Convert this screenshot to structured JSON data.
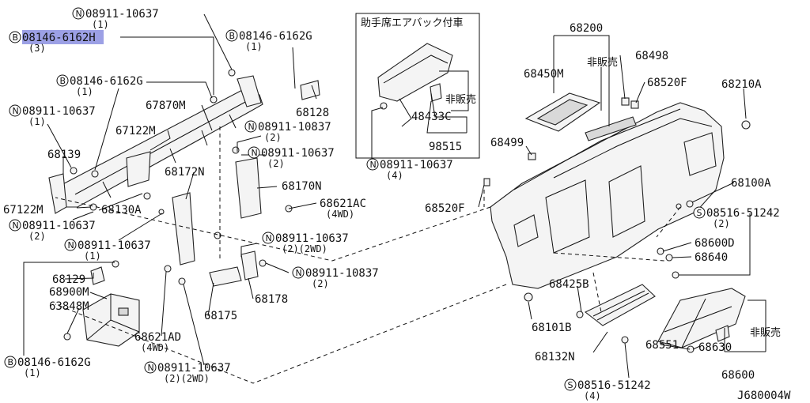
{
  "diagram": {
    "code": "J680004W",
    "inset_title": "助手席エアバック付車",
    "highlight_index": 1,
    "callouts": [
      {
        "prefix": "N",
        "part": "08911-10637",
        "qty": "(1)"
      },
      {
        "prefix": "B",
        "part": "08146-6162H",
        "qty": "(3)"
      },
      {
        "prefix": "B",
        "part": "08146-6162G",
        "qty": "(1)"
      },
      {
        "prefix": "B",
        "part": "08146-6162G",
        "qty": "(1)"
      },
      {
        "prefix": "N",
        "part": "08911-10637",
        "qty": "(1)"
      },
      {
        "prefix": "",
        "part": "67870M",
        "qty": ""
      },
      {
        "prefix": "",
        "part": "67122M",
        "qty": ""
      },
      {
        "prefix": "",
        "part": "68139",
        "qty": ""
      },
      {
        "prefix": "",
        "part": "67122M",
        "qty": ""
      },
      {
        "prefix": "",
        "part": "68130A",
        "qty": ""
      },
      {
        "prefix": "N",
        "part": "08911-10637",
        "qty": "(2)"
      },
      {
        "prefix": "N",
        "part": "08911-10637",
        "qty": "(1)"
      },
      {
        "prefix": "",
        "part": "68128",
        "qty": ""
      },
      {
        "prefix": "N",
        "part": "08911-10837",
        "qty": "(2)"
      },
      {
        "prefix": "N",
        "part": "08911-10637",
        "qty": "(2)"
      },
      {
        "prefix": "",
        "part": "68172N",
        "qty": ""
      },
      {
        "prefix": "",
        "part": "68170N",
        "qty": ""
      },
      {
        "prefix": "",
        "part": "68621AC",
        "qty": "(4WD)"
      },
      {
        "prefix": "N",
        "part": "08911-10637",
        "qty": "(2)(2WD)"
      },
      {
        "prefix": "N",
        "part": "08911-10837",
        "qty": "(2)"
      },
      {
        "prefix": "",
        "part": "68129",
        "qty": ""
      },
      {
        "prefix": "",
        "part": "68900M",
        "qty": ""
      },
      {
        "prefix": "",
        "part": "63848M",
        "qty": ""
      },
      {
        "prefix": "",
        "part": "68178",
        "qty": ""
      },
      {
        "prefix": "",
        "part": "68175",
        "qty": ""
      },
      {
        "prefix": "",
        "part": "68621AD",
        "qty": "(4WD)"
      },
      {
        "prefix": "B",
        "part": "08146-6162G",
        "qty": "(1)"
      },
      {
        "prefix": "N",
        "part": "08911-10637",
        "qty": "(2)(2WD)"
      },
      {
        "prefix": "",
        "part": "非販売",
        "qty": ""
      },
      {
        "prefix": "",
        "part": "48433C",
        "qty": ""
      },
      {
        "prefix": "",
        "part": "98515",
        "qty": ""
      },
      {
        "prefix": "N",
        "part": "08911-10637",
        "qty": "(4)"
      },
      {
        "prefix": "",
        "part": "68200",
        "qty": ""
      },
      {
        "prefix": "",
        "part": "68450M",
        "qty": ""
      },
      {
        "prefix": "",
        "part": "非販売",
        "qty": ""
      },
      {
        "prefix": "",
        "part": "68498",
        "qty": ""
      },
      {
        "prefix": "",
        "part": "68520F",
        "qty": ""
      },
      {
        "prefix": "",
        "part": "68210A",
        "qty": ""
      },
      {
        "prefix": "",
        "part": "68499",
        "qty": ""
      },
      {
        "prefix": "",
        "part": "68100A",
        "qty": ""
      },
      {
        "prefix": "",
        "part": "68520F",
        "qty": ""
      },
      {
        "prefix": "S",
        "part": "08516-51242",
        "qty": "(2)"
      },
      {
        "prefix": "",
        "part": "68600D",
        "qty": ""
      },
      {
        "prefix": "",
        "part": "68640",
        "qty": ""
      },
      {
        "prefix": "",
        "part": "68425B",
        "qty": ""
      },
      {
        "prefix": "",
        "part": "68101B",
        "qty": ""
      },
      {
        "prefix": "",
        "part": "68132N",
        "qty": ""
      },
      {
        "prefix": "",
        "part": "非販売",
        "qty": ""
      },
      {
        "prefix": "",
        "part": "68630",
        "qty": ""
      },
      {
        "prefix": "",
        "part": "68551",
        "qty": ""
      },
      {
        "prefix": "",
        "part": "68600",
        "qty": ""
      },
      {
        "prefix": "S",
        "part": "08516-51242",
        "qty": "(4)"
      }
    ]
  }
}
